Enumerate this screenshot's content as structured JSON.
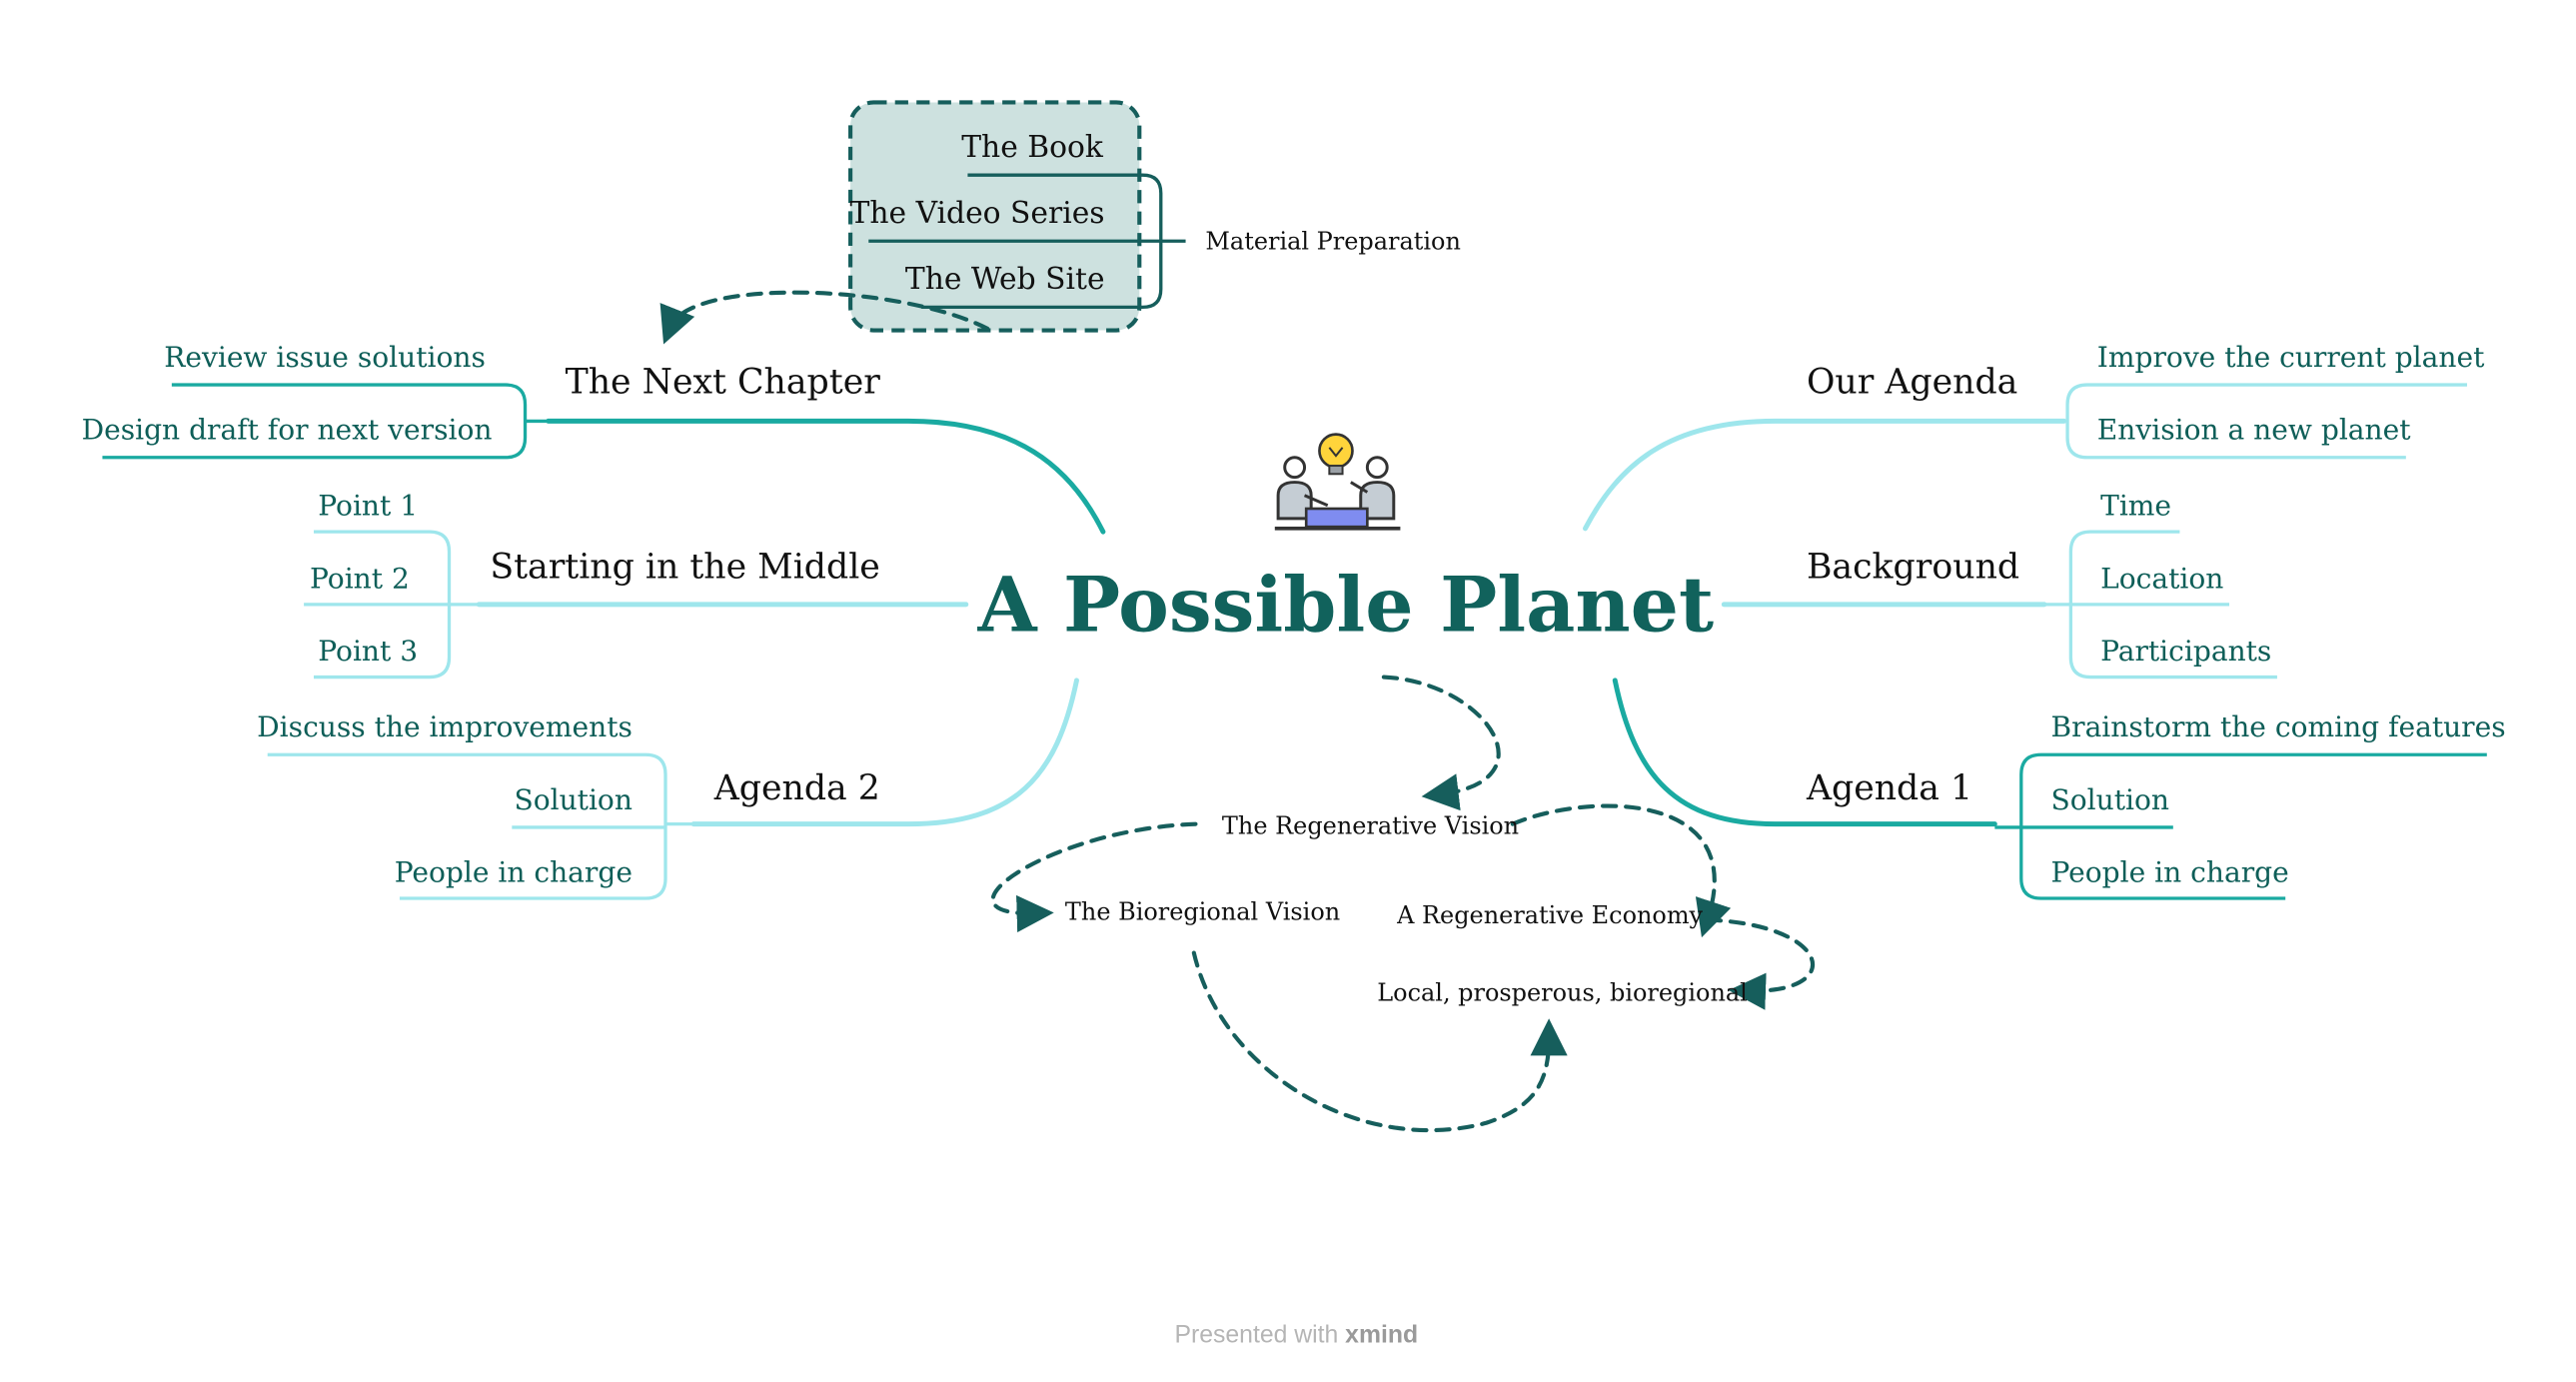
{
  "colors": {
    "title": "#11625c",
    "dark_teal": "#1aaaa1",
    "light_cyan": "#9ee6ec",
    "boundary_fill": "#cde1df",
    "relationship": "#165e5c",
    "footer_text": "#b5b5b5"
  },
  "central": {
    "title": "A Possible Planet",
    "icon": "meeting-idea-icon"
  },
  "branches": {
    "next_chapter": {
      "label": "The Next Chapter",
      "children": [
        "Review issue solutions",
        "Design draft for next version"
      ]
    },
    "starting_middle": {
      "label": "Starting in the Middle",
      "children": [
        "Point 1",
        "Point 2",
        "Point 3"
      ]
    },
    "agenda2": {
      "label": "Agenda 2",
      "children": [
        "Discuss the improvements",
        "Solution",
        "People in charge"
      ]
    },
    "our_agenda": {
      "label": "Our Agenda",
      "children": [
        "Improve the current planet",
        "Envision a new planet"
      ]
    },
    "background": {
      "label": "Background",
      "children": [
        "Time",
        "Location",
        "Participants"
      ]
    },
    "agenda1": {
      "label": "Agenda 1",
      "children": [
        "Brainstorm the coming features",
        "Solution",
        "People in charge"
      ]
    }
  },
  "material": {
    "label": "Material Preparation",
    "children": [
      "The Book",
      "The Video Series",
      "The Web Site"
    ]
  },
  "floating_topics": {
    "regenerative_vision": "The Regenerative Vision",
    "bioregional_vision": "The Bioregional Vision",
    "regenerative_economy": "A Regenerative Economy",
    "local": "Local, prosperous, bioregional"
  },
  "footer": {
    "presented": "Presented with",
    "brand": "xmind"
  }
}
